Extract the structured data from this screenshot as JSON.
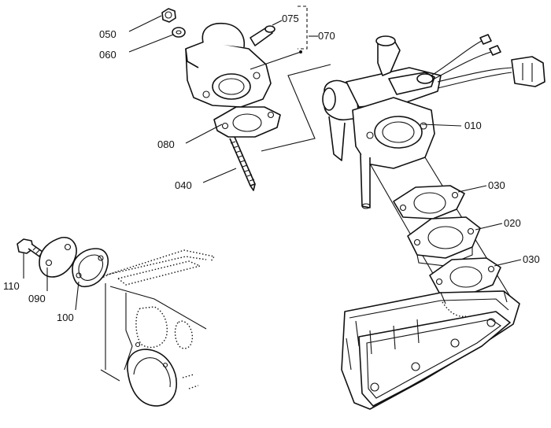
{
  "callouts": [
    {
      "id": "c050",
      "text": "050"
    },
    {
      "id": "c060",
      "text": "060"
    },
    {
      "id": "c075",
      "text": "075"
    },
    {
      "id": "c070",
      "text": "070"
    },
    {
      "id": "c080",
      "text": "080"
    },
    {
      "id": "c040",
      "text": "040"
    },
    {
      "id": "c010",
      "text": "010"
    },
    {
      "id": "c030a",
      "text": "030"
    },
    {
      "id": "c020",
      "text": "020"
    },
    {
      "id": "c030b",
      "text": "030"
    },
    {
      "id": "c110",
      "text": "110"
    },
    {
      "id": "c090",
      "text": "090"
    },
    {
      "id": "c100",
      "text": "100"
    }
  ]
}
